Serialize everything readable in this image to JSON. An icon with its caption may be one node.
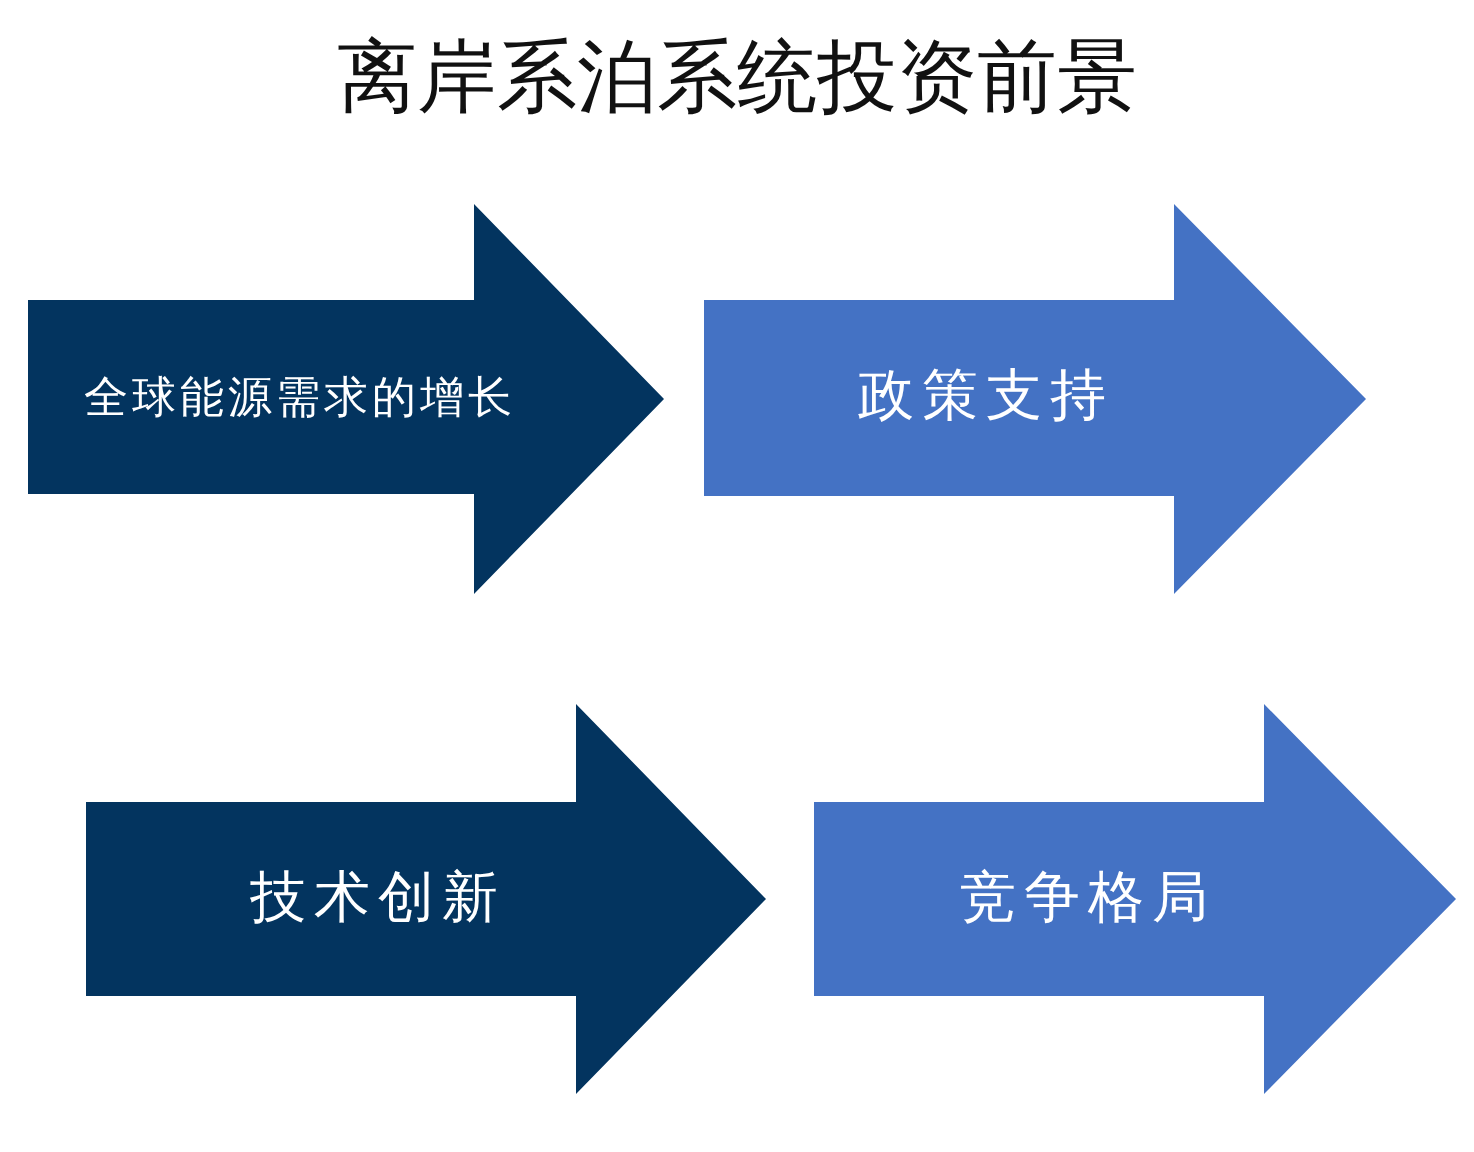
{
  "diagram": {
    "title": "离岸系泊系统投资前景",
    "nodes": [
      {
        "text": [
          "全球能源需求的增长"
        ]
      },
      {
        "text": [
          "政策支持"
        ]
      },
      {
        "text": [
          "技术创新"
        ]
      },
      {
        "text": [
          "竞争格局"
        ]
      }
    ]
  }
}
